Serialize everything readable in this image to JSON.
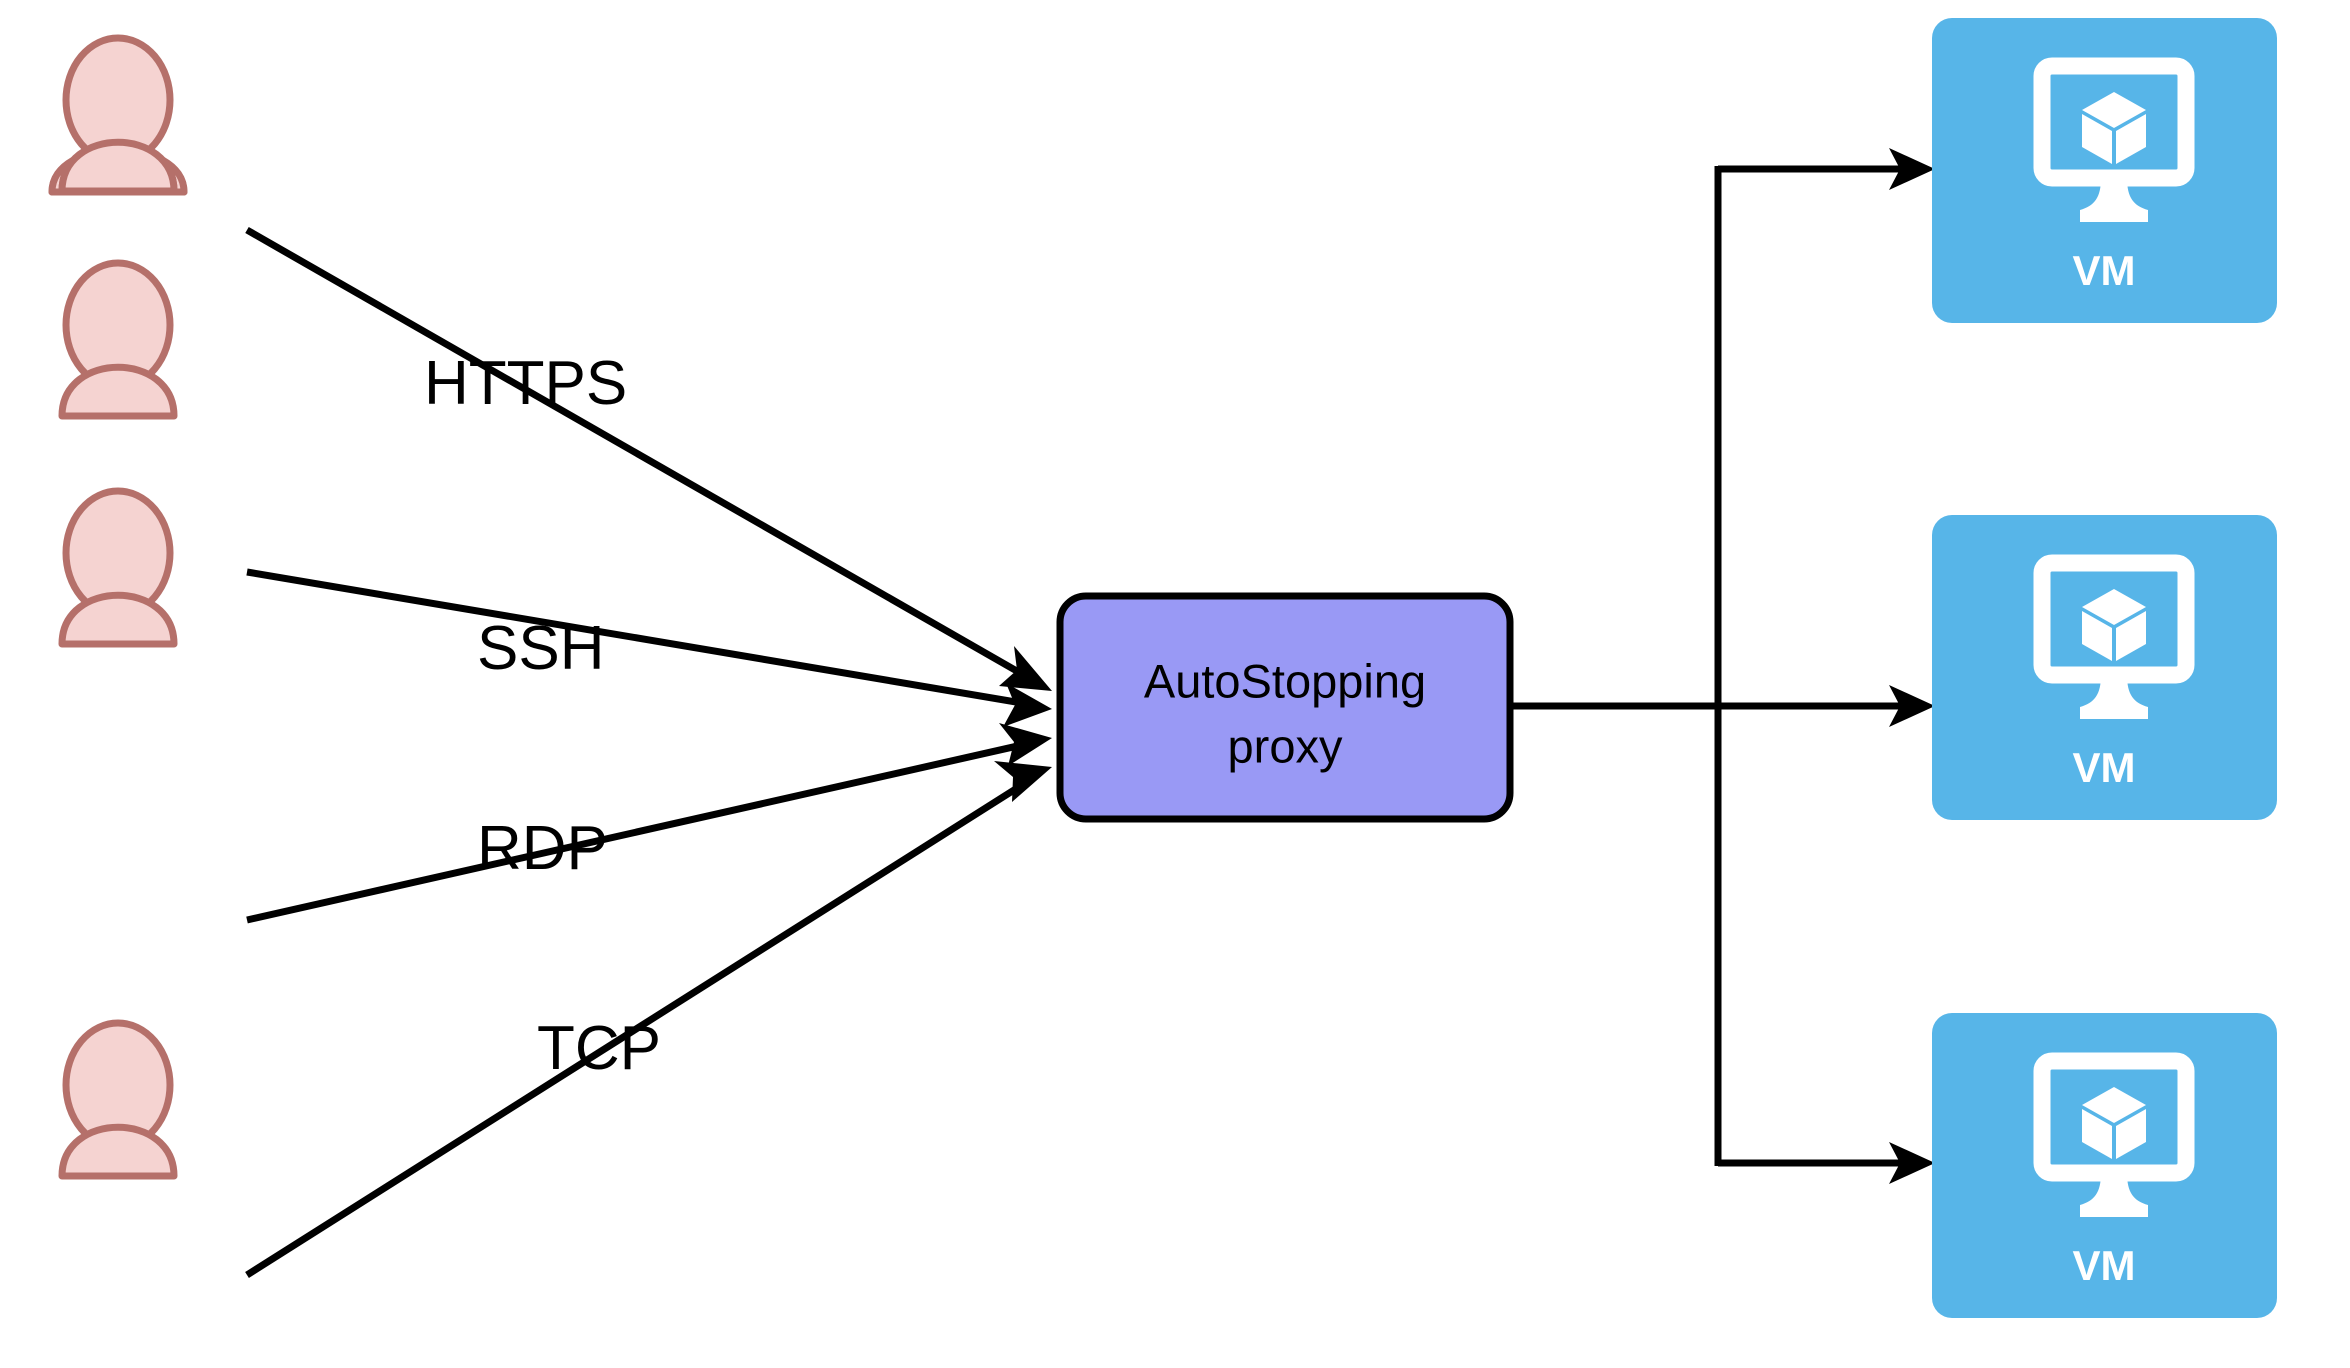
{
  "diagram": {
    "type": "network-architecture-diagram",
    "background_color": "#ffffff",
    "central_node": {
      "name": "autostopping-proxy",
      "label_line1": "AutoStopping",
      "label_line2": "proxy",
      "fill_color": "#9999f5",
      "border_color": "#000000"
    },
    "actors": [
      {
        "id": "actor-1",
        "icon": "user-icon",
        "fill_color": "#f5d3d1",
        "stroke_color": "#b5706a"
      },
      {
        "id": "actor-2",
        "icon": "user-icon",
        "fill_color": "#f5d3d1",
        "stroke_color": "#b5706a"
      },
      {
        "id": "actor-3",
        "icon": "user-icon",
        "fill_color": "#f5d3d1",
        "stroke_color": "#b5706a"
      },
      {
        "id": "actor-4",
        "icon": "user-icon",
        "fill_color": "#f5d3d1",
        "stroke_color": "#b5706a"
      }
    ],
    "connection_labels": [
      {
        "id": "edge-label-https",
        "text": "HTTPS"
      },
      {
        "id": "edge-label-ssh",
        "text": "SSH"
      },
      {
        "id": "edge-label-rdp",
        "text": "RDP"
      },
      {
        "id": "edge-label-tcp",
        "text": "TCP"
      }
    ],
    "targets": [
      {
        "id": "vm-1",
        "label": "VM",
        "icon": "vm-monitor-cube-icon",
        "fill_color": "#57b5e8",
        "icon_color": "#ffffff"
      },
      {
        "id": "vm-2",
        "label": "VM",
        "icon": "vm-monitor-cube-icon",
        "fill_color": "#57b5e8",
        "icon_color": "#ffffff"
      },
      {
        "id": "vm-3",
        "label": "VM",
        "icon": "vm-monitor-cube-icon",
        "fill_color": "#57b5e8",
        "icon_color": "#ffffff"
      }
    ],
    "edge_color": "#000000"
  }
}
